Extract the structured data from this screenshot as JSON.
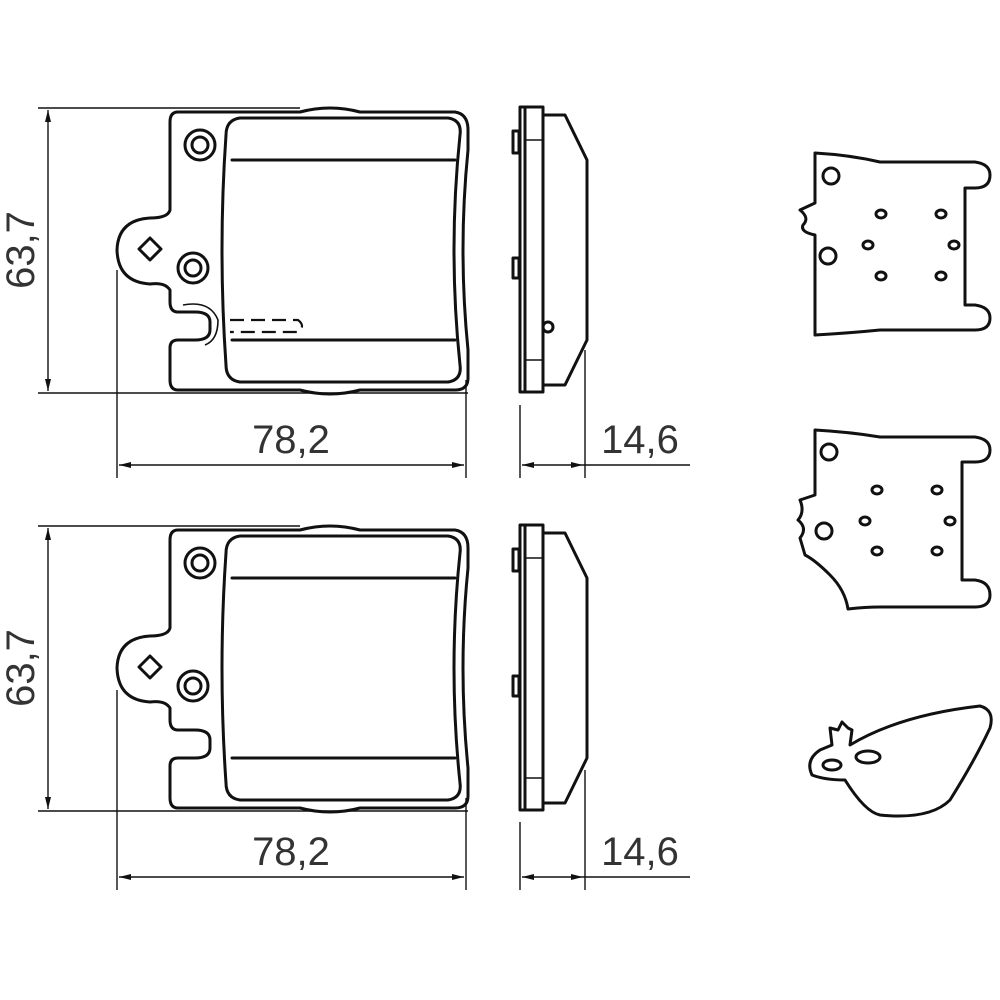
{
  "drawing": {
    "top_pad": {
      "height_label": "63,7",
      "width_label": "78,2",
      "thickness_label": "14,6"
    },
    "bottom_pad": {
      "height_label": "63,7",
      "width_label": "78,2",
      "thickness_label": "14,6"
    }
  }
}
